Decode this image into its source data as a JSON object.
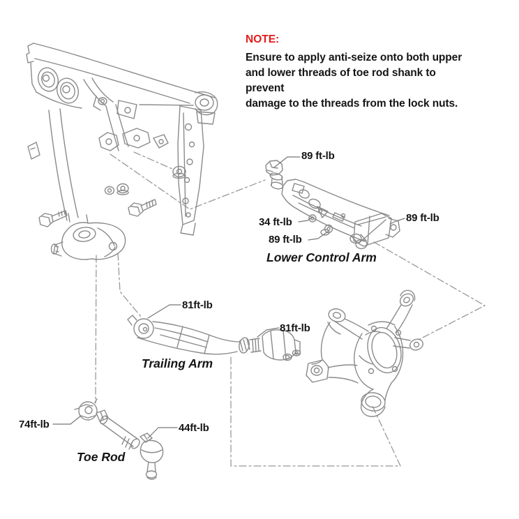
{
  "note": {
    "title": "NOTE:",
    "lines": [
      "Ensure to apply anti-seize onto both upper",
      "and lower threads of toe rod shank to prevent",
      "damage to the threads from the lock nuts."
    ]
  },
  "parts": {
    "lower_control_arm": {
      "label": "Lower Control Arm",
      "torques": {
        "bushing": "89 ft-lb",
        "front_bolt": "34 ft-lb",
        "mid_bolt": "89 ft-lb",
        "outer_end": "89 ft-lb"
      }
    },
    "trailing_arm": {
      "label": "Trailing Arm",
      "torques": {
        "front_bushing": "81ft-lb",
        "rear_clevis": "81ft-lb"
      }
    },
    "toe_rod": {
      "label": "Toe Rod",
      "torques": {
        "inner": "74ft-lb",
        "outer": "44ft-lb"
      }
    }
  },
  "drawings": [
    "rear-subframe",
    "lower-control-arm",
    "rear-knuckle",
    "trailing-arm",
    "toe-rod",
    "mounting-bolts-and-nuts"
  ],
  "colors": {
    "note_red": "#e21b1b",
    "text": "#151515",
    "line_art": "#8a8a8a",
    "phantom_line": "#999999",
    "leader_line": "#777777",
    "background": "#ffffff"
  }
}
